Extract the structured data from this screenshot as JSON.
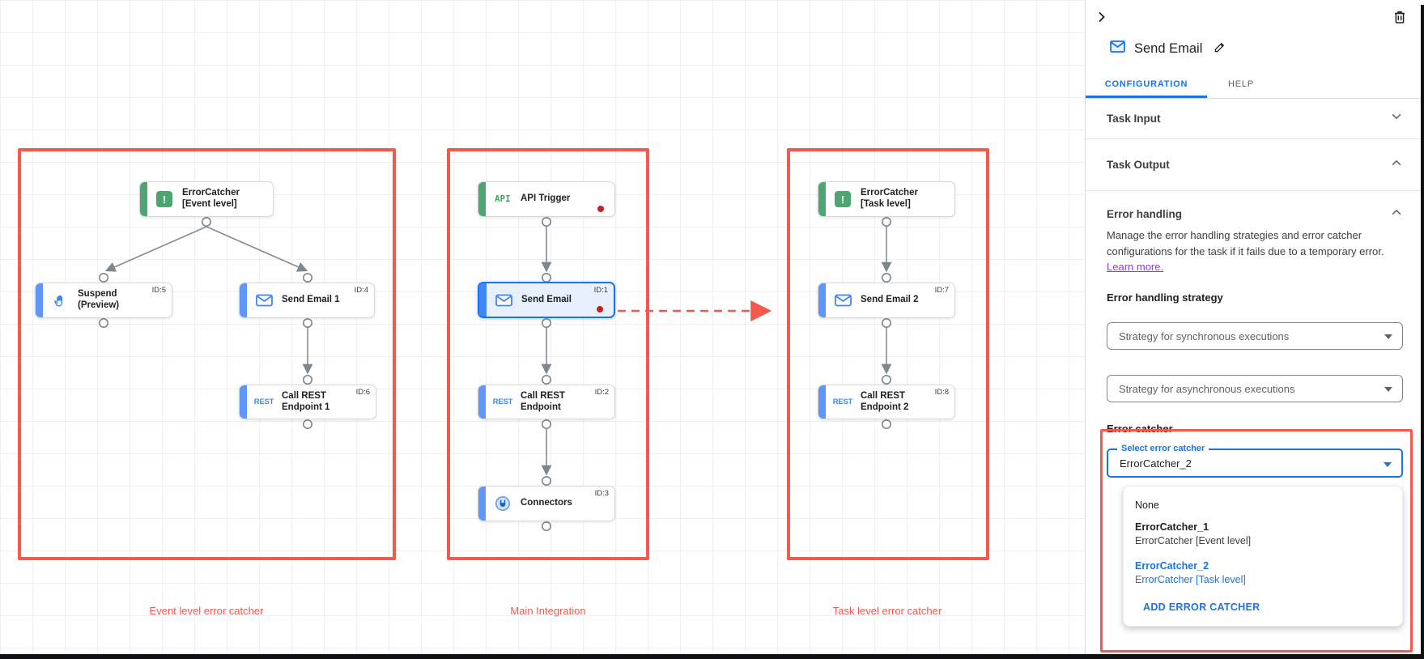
{
  "colors": {
    "accent_blue": "#1a73e8",
    "group_red": "#f4594e",
    "node_green": "#4da571",
    "node_blue": "#4285f4",
    "link_purple": "#9334e6"
  },
  "canvas": {
    "groups": [
      {
        "label": "Event level error catcher"
      },
      {
        "label": "Main Integration"
      },
      {
        "label": "Task level error catcher"
      }
    ],
    "nodes": [
      {
        "title": "ErrorCatcher\n[Event level]",
        "icon": "error-exclamation"
      },
      {
        "title": "Suspend\n(Preview)",
        "id_label": "ID:5",
        "icon": "hand"
      },
      {
        "title": "Send Email 1",
        "id_label": "ID:4",
        "icon": "email"
      },
      {
        "title": "Call REST\nEndpoint 1",
        "id_label": "ID:6",
        "icon": "rest"
      },
      {
        "title": "API Trigger",
        "icon": "api",
        "has_error_dot": true
      },
      {
        "title": "Send Email",
        "id_label": "ID:1",
        "icon": "email",
        "selected": true,
        "has_error_dot": true
      },
      {
        "title": "Call REST\nEndpoint",
        "id_label": "ID:2",
        "icon": "rest"
      },
      {
        "title": "Connectors",
        "id_label": "ID:3",
        "icon": "plug"
      },
      {
        "title": "ErrorCatcher\n[Task level]",
        "icon": "error-exclamation"
      },
      {
        "title": "Send Email 2",
        "id_label": "ID:7",
        "icon": "email"
      },
      {
        "title": "Call REST\nEndpoint 2",
        "id_label": "ID:8",
        "icon": "rest"
      }
    ]
  },
  "panel": {
    "title": "Send Email",
    "tabs": [
      {
        "label": "CONFIGURATION"
      },
      {
        "label": "HELP"
      }
    ],
    "sections": [
      {
        "label": "Task Input"
      },
      {
        "label": "Task Output"
      }
    ],
    "error_handling": {
      "heading": "Error handling",
      "description": "Manage the error handling strategies and error catcher configurations for the task if it fails due to a temporary error.",
      "learn_more_label": "Learn more.",
      "strategy_label": "Error handling strategy",
      "sync_select_value": "Strategy for synchronous executions",
      "async_select_value": "Strategy for asynchronous executions",
      "error_catcher_label": "Error catcher",
      "select_error_catcher_label": "Select error catcher",
      "select_error_catcher_value": "ErrorCatcher_2",
      "dropdown": {
        "none_label": "None",
        "options": [
          {
            "name": "ErrorCatcher_1",
            "description": "ErrorCatcher [Event level]"
          },
          {
            "name": "ErrorCatcher_2",
            "description": "ErrorCatcher [Task level]"
          }
        ],
        "add_label": "ADD ERROR CATCHER"
      }
    }
  }
}
